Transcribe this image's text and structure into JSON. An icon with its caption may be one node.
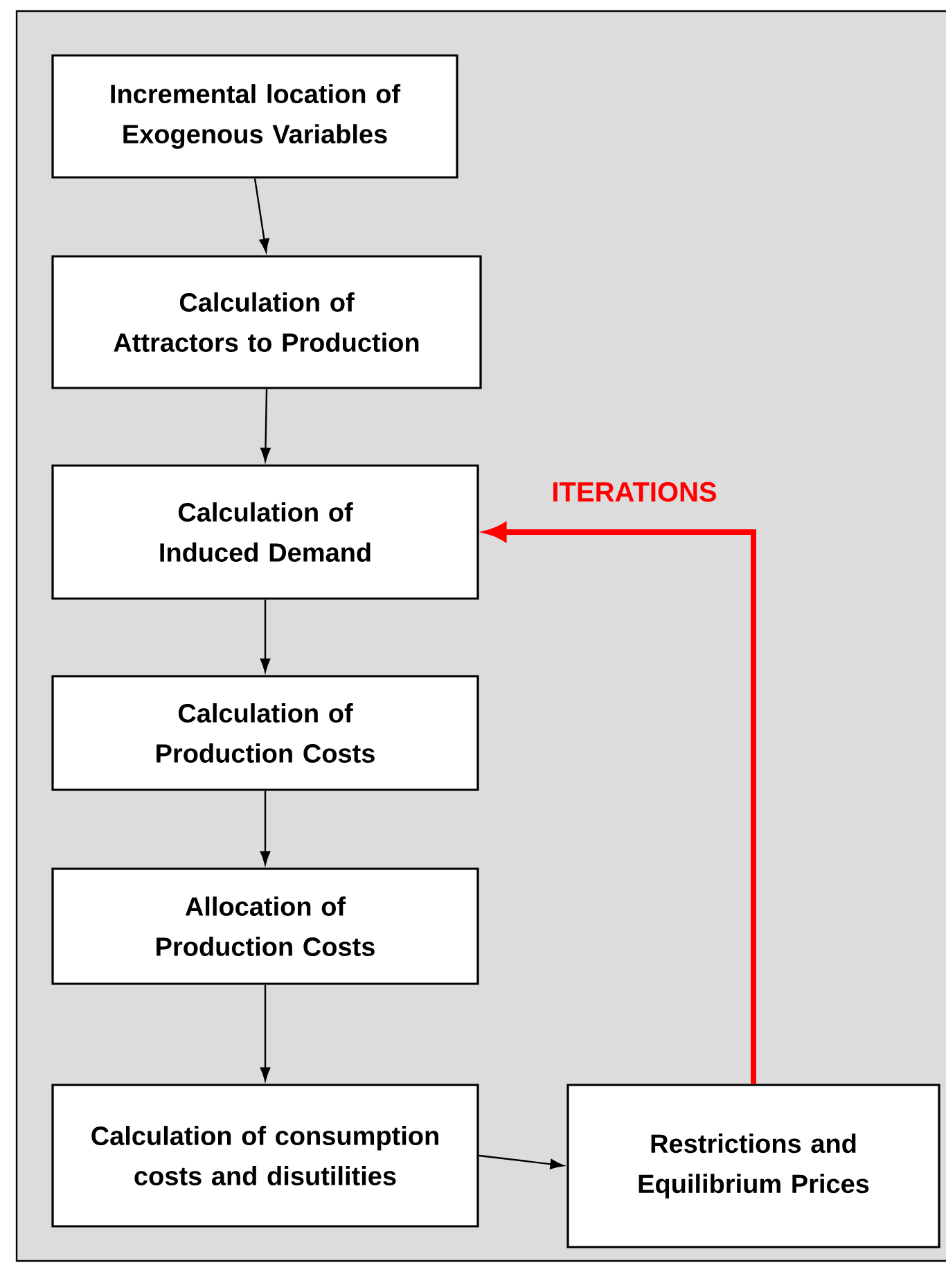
{
  "diagram": {
    "nodes": [
      {
        "text": [
          "Incremental location of Exogenous Variables"
        ]
      },
      {
        "text": [
          "Calculation of Attractors to Production"
        ]
      },
      {
        "text": [
          "Calculation of Induced Demand"
        ]
      },
      {
        "text": [
          "Calculation of Production Costs"
        ]
      },
      {
        "text": [
          "Allocation of Production Costs"
        ]
      },
      {
        "text": [
          "Calculation of consumption costs and disutilities"
        ]
      },
      {
        "text": [
          "Restrictions and Equilibrium Prices"
        ]
      }
    ],
    "edges": [
      {
        "from": 0,
        "to": 1,
        "arrow": "to"
      },
      {
        "from": 1,
        "to": 2,
        "arrow": "to"
      },
      {
        "from": 2,
        "to": 3,
        "arrow": "to"
      },
      {
        "from": 3,
        "to": 4,
        "arrow": "to"
      },
      {
        "from": 4,
        "to": 5,
        "arrow": "to"
      },
      {
        "from": 5,
        "to": 6,
        "arrow": "to"
      },
      {
        "from": 6,
        "to": 2,
        "arrow": "to",
        "label": "ITERATIONS",
        "style": "thick",
        "color": "#ff0000"
      }
    ]
  }
}
